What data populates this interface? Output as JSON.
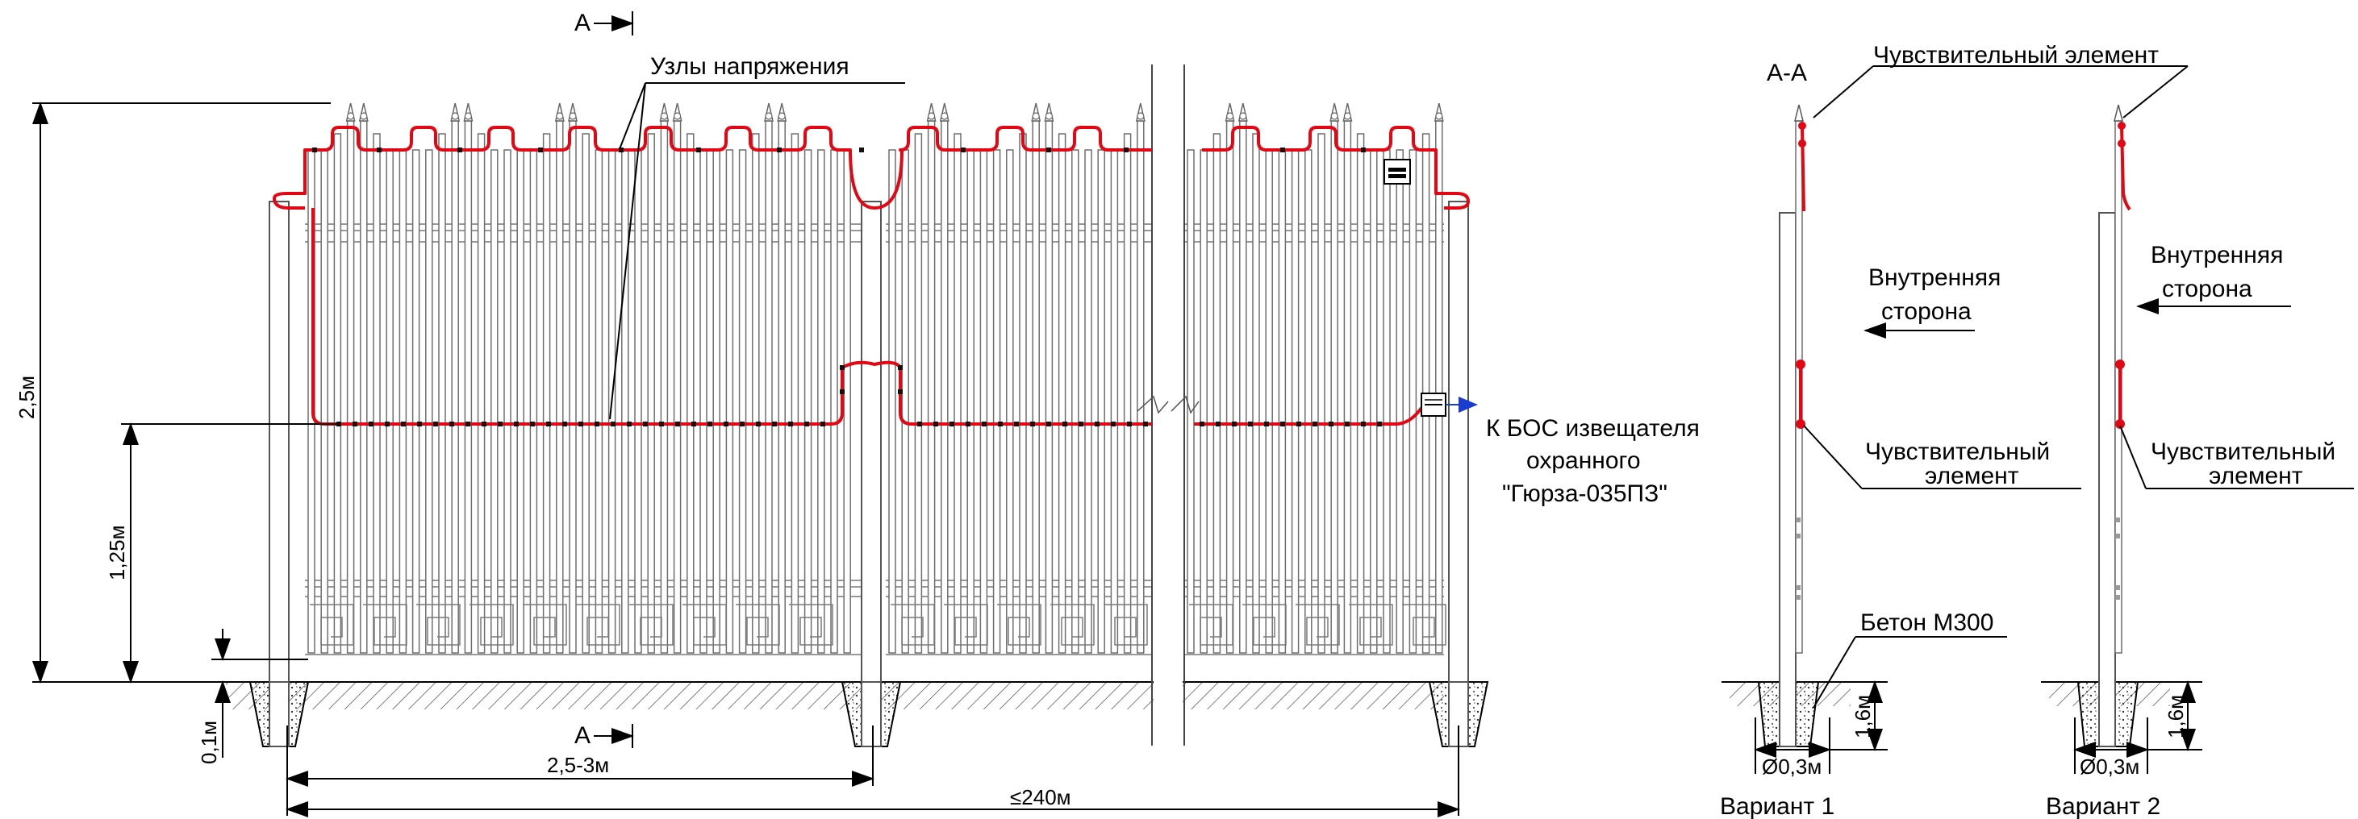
{
  "colors": {
    "sensitive_element": "#e30613",
    "signal_arrow": "#1a3ccf"
  },
  "labels": {
    "section_mark_top": "А",
    "section_mark_bottom": "А",
    "stress_nodes": "Узлы напряжения",
    "to_bos_line1": "К БОС извещателя",
    "to_bos_line2": "охранного",
    "to_bos_line3": "\"Гюрза-035ПЗ\"",
    "section_title": "А-А",
    "sensitive_top": "Чувствительный элемент",
    "inner_side_1_line1": "Внутренняя",
    "inner_side_1_line2": "сторона",
    "inner_side_2_line1": "Внутренняя",
    "inner_side_2_line2": "сторона",
    "sensitive_1_line1": "Чувствительный",
    "sensitive_1_line2": "элемент",
    "sensitive_2_line1": "Чувствительный",
    "sensitive_2_line2": "элемент",
    "concrete": "Бетон М300",
    "variant_1": "Вариант 1",
    "variant_2": "Вариант 2"
  },
  "dimensions": {
    "total_height": "2,5м",
    "element_height": "1,25м",
    "ground_gap": "0,1м",
    "span": "2,5-3м",
    "total_length": "≤240м",
    "diameter_1": "Ø0,3м",
    "depth_1": "1,6м",
    "diameter_2": "Ø0,3м",
    "depth_2": "1,6м"
  }
}
